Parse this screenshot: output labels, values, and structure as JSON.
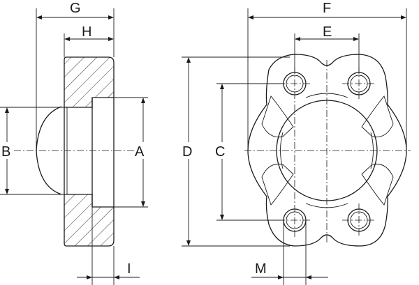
{
  "drawing": {
    "labels": {
      "G": "G",
      "H": "H",
      "B": "B",
      "A": "A",
      "I": "I",
      "F": "F",
      "E": "E",
      "D": "D",
      "C": "C",
      "M": "M"
    },
    "colors": {
      "line": "#1a1a1a",
      "background": "#ffffff"
    }
  }
}
